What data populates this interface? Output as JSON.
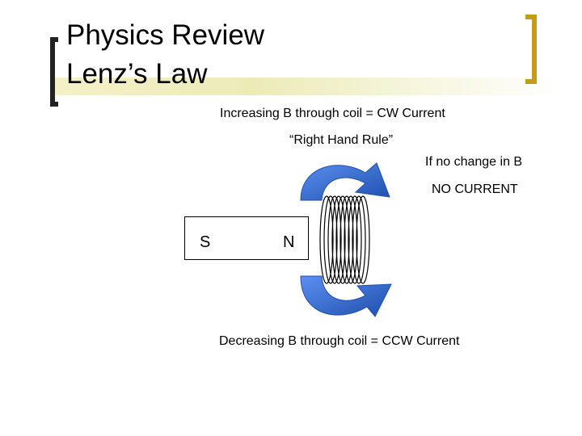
{
  "slide": {
    "title_line1": "Physics Review",
    "title_line2": "Lenz’s Law"
  },
  "labels": {
    "increasing": "Increasing B through coil = CW Current",
    "right_hand_rule": "“Right Hand Rule”",
    "no_change": "If no change in B",
    "no_current": "NO CURRENT",
    "decreasing": "Decreasing B through coil = CCW Current"
  },
  "magnet": {
    "south": "S",
    "north": "N"
  },
  "colors": {
    "left_bracket": "#222222",
    "right_bracket": "#c79a1a",
    "title_bar": "#ecebb8",
    "arrow_fill": "#3b73d9",
    "arrow_dark": "#1f4fae"
  }
}
